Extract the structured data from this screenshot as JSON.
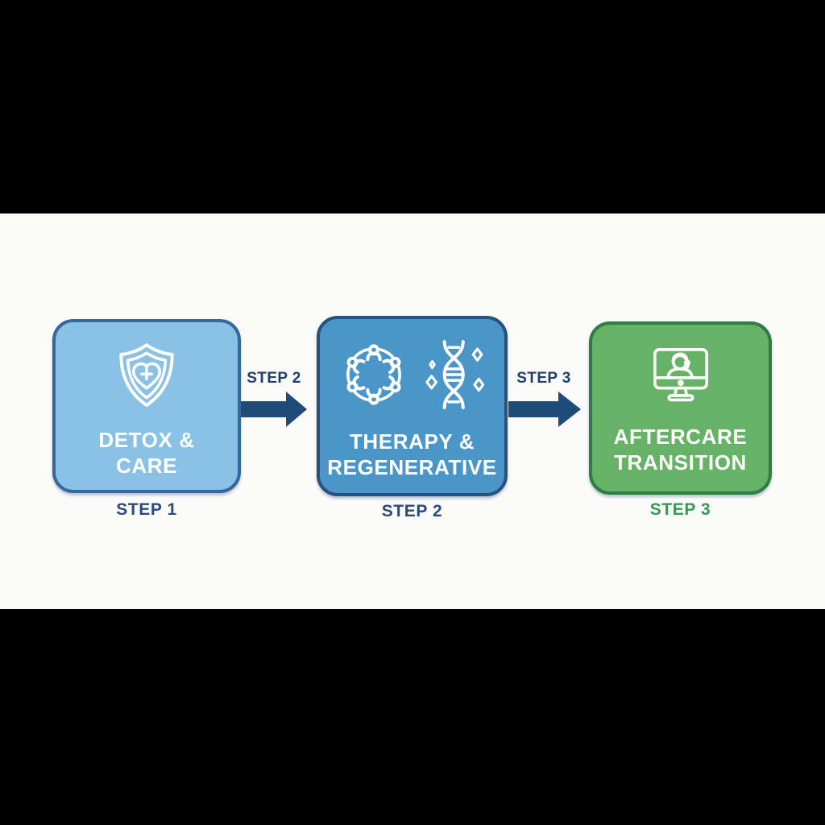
{
  "canvas": {
    "background": "#000000",
    "band_background": "#fbfbfa"
  },
  "diagram": {
    "steps": [
      {
        "title_lines": [
          "DETOX &",
          "CARE"
        ],
        "caption": "STEP 1",
        "icon": "shield-heart-icon",
        "fill": "#8ac2e6",
        "border": "#35689e",
        "caption_color": "#2a4b7c"
      },
      {
        "title_lines": [
          "THERAPY &",
          "REGENERATIVE"
        ],
        "caption": "STEP 2",
        "icons": [
          "group-therapy-circle-icon",
          "dna-sparkle-icon"
        ],
        "fill": "#4a96c8",
        "border": "#27517f",
        "caption_color": "#2a4b7c"
      },
      {
        "title_lines": [
          "AFTERCARE",
          "TRANSITION"
        ],
        "caption": "STEP 3",
        "icon": "telehealth-monitor-icon",
        "fill": "#66b266",
        "border": "#2e7d45",
        "caption_color": "#339a55"
      }
    ],
    "connectors": [
      {
        "label": "STEP 2"
      },
      {
        "label": "STEP 3"
      }
    ],
    "arrow_color": "#1e4b78",
    "connector_label_color": "#1e4068"
  }
}
